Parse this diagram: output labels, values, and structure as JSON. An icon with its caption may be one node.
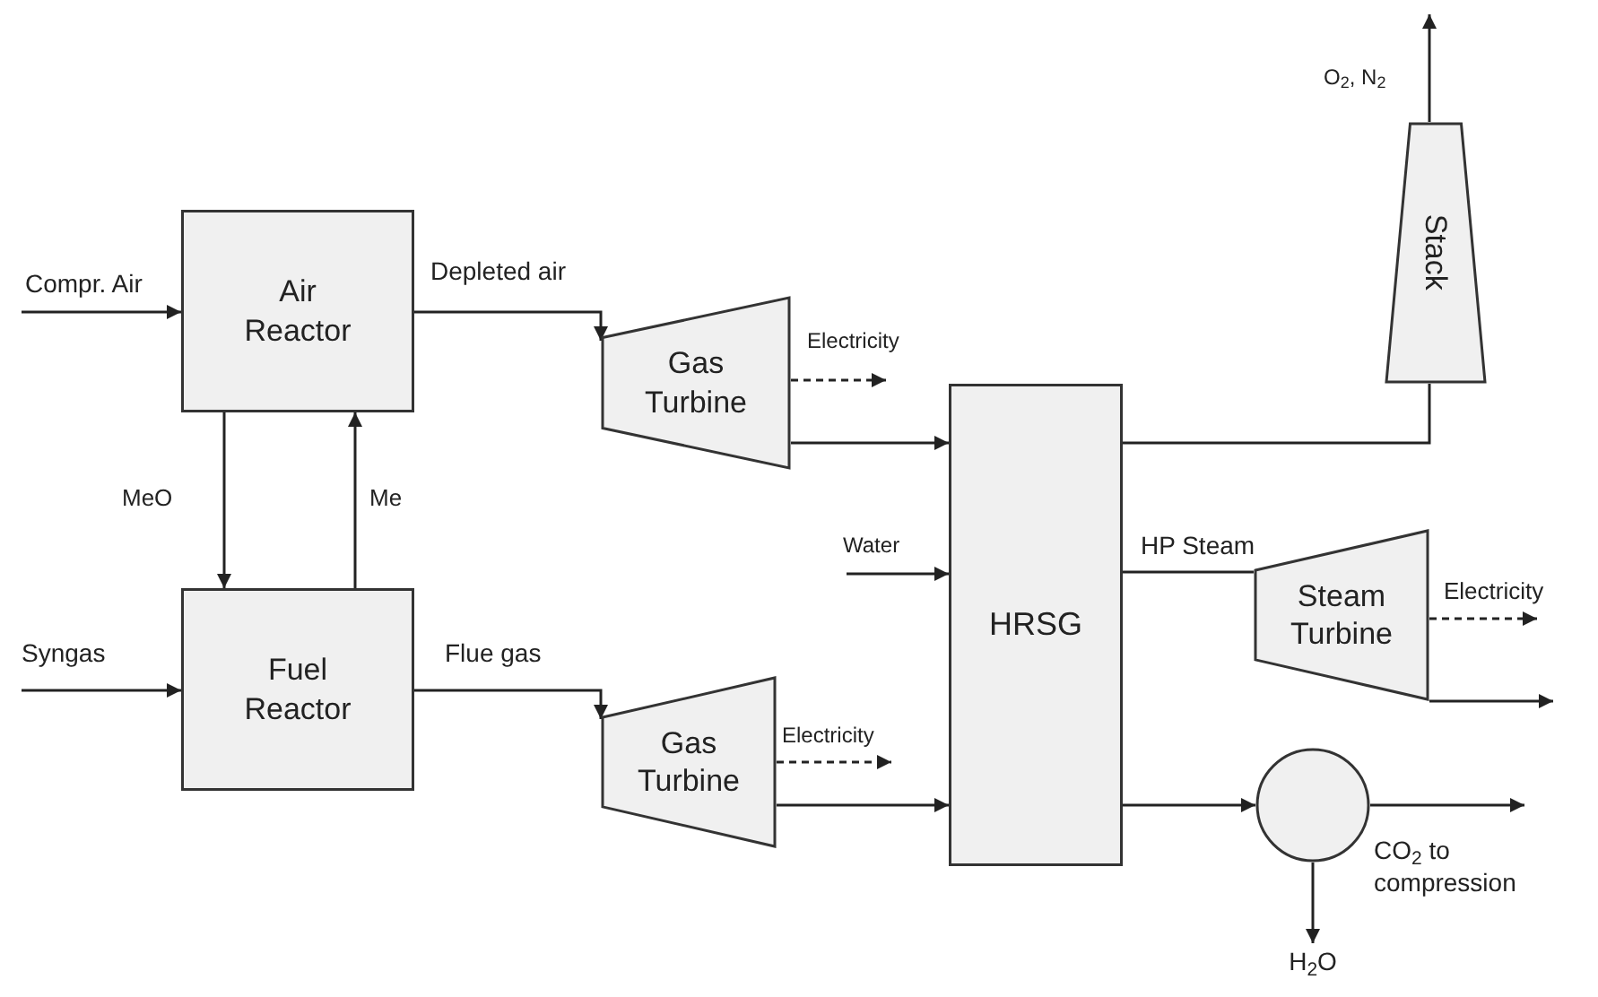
{
  "diagram": {
    "nodes": [
      {
        "text": [
          "Air Reactor"
        ]
      },
      {
        "text": [
          "Fuel Reactor"
        ]
      },
      {
        "text": [
          "Gas Turbine"
        ]
      },
      {
        "text": [
          "Gas Turbine"
        ]
      },
      {
        "text": [
          "HRSG"
        ]
      },
      {
        "text": [
          "Stack"
        ]
      },
      {
        "text": [
          "Steam Turbine"
        ]
      },
      {
        "text": [],
        "shape": "circle"
      },
      {
        "text": [
          "H$_{2}$O"
        ]
      }
    ],
    "edges": [
      {
        "from": null,
        "to": 0,
        "arrow": "to",
        "label": "Compr. Air"
      },
      {
        "from": null,
        "to": 1,
        "arrow": "to",
        "label": "Syngas"
      },
      {
        "from": 0,
        "to": 1,
        "arrow": "to",
        "label": "MeO"
      },
      {
        "from": 1,
        "to": 0,
        "arrow": "to",
        "label": "Me"
      },
      {
        "from": 0,
        "to": 2,
        "arrow": "to",
        "label": "Depleted air"
      },
      {
        "from": 1,
        "to": 3,
        "arrow": "to",
        "label": "Flue gas"
      },
      {
        "from": 2,
        "to": null,
        "arrow": "to",
        "label": "Electricity",
        "style": "dashed"
      },
      {
        "from": 3,
        "to": null,
        "arrow": "to",
        "label": "Electricity",
        "style": "dashed"
      },
      {
        "from": 2,
        "to": 4,
        "arrow": "to"
      },
      {
        "from": 3,
        "to": 4,
        "arrow": "to"
      },
      {
        "from": null,
        "to": 4,
        "arrow": "to",
        "label": "Water"
      },
      {
        "from": 4,
        "to": 5,
        "arrow": "none"
      },
      {
        "from": 5,
        "to": null,
        "arrow": "to",
        "label": "O$_{2}$, N$_{2}$"
      },
      {
        "from": 4,
        "to": 6,
        "arrow": "none",
        "label": "HP Steam"
      },
      {
        "from": 6,
        "to": null,
        "arrow": "to",
        "label": "Electricity",
        "style": "dashed"
      },
      {
        "from": 6,
        "to": null,
        "arrow": "to"
      },
      {
        "from": 4,
        "to": 7,
        "arrow": "to"
      },
      {
        "from": 7,
        "to": null,
        "arrow": "to",
        "label": "CO$_{2}$ to compression"
      },
      {
        "from": 7,
        "to": 8,
        "arrow": "to"
      }
    ]
  }
}
